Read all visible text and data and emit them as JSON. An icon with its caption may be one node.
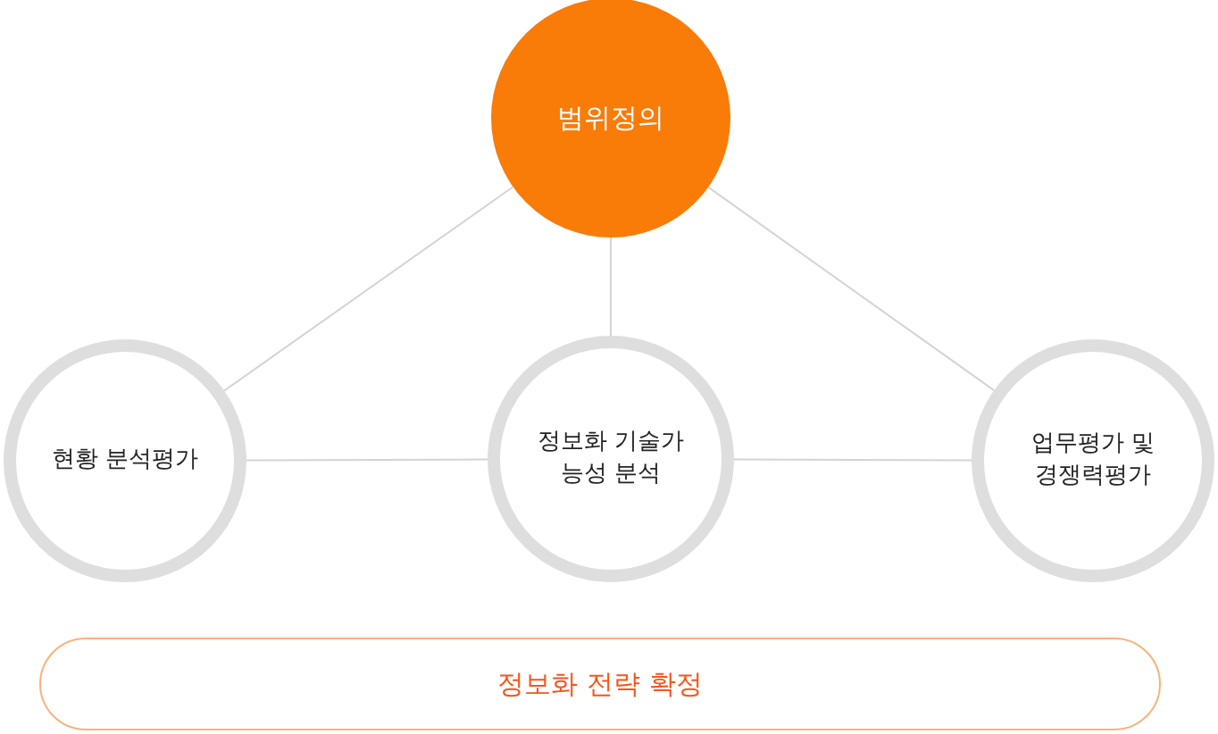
{
  "diagram": {
    "nodes": [
      {
        "text": [
          "범위정의"
        ]
      },
      {
        "text": [
          "현황 분석평가"
        ]
      },
      {
        "text": [
          "정보화 기술가능성 분석"
        ]
      },
      {
        "text": [
          "업무평가 및 경쟁력평가"
        ]
      },
      {
        "text": [
          "정보화 전략 확정"
        ]
      }
    ],
    "edges": [
      {
        "from": 0,
        "to": 1,
        "arrow": "none"
      },
      {
        "from": 0,
        "to": 2,
        "arrow": "none"
      },
      {
        "from": 0,
        "to": 3,
        "arrow": "none"
      },
      {
        "from": 1,
        "to": 2,
        "arrow": "none"
      },
      {
        "from": 2,
        "to": 3,
        "arrow": "none"
      }
    ]
  }
}
